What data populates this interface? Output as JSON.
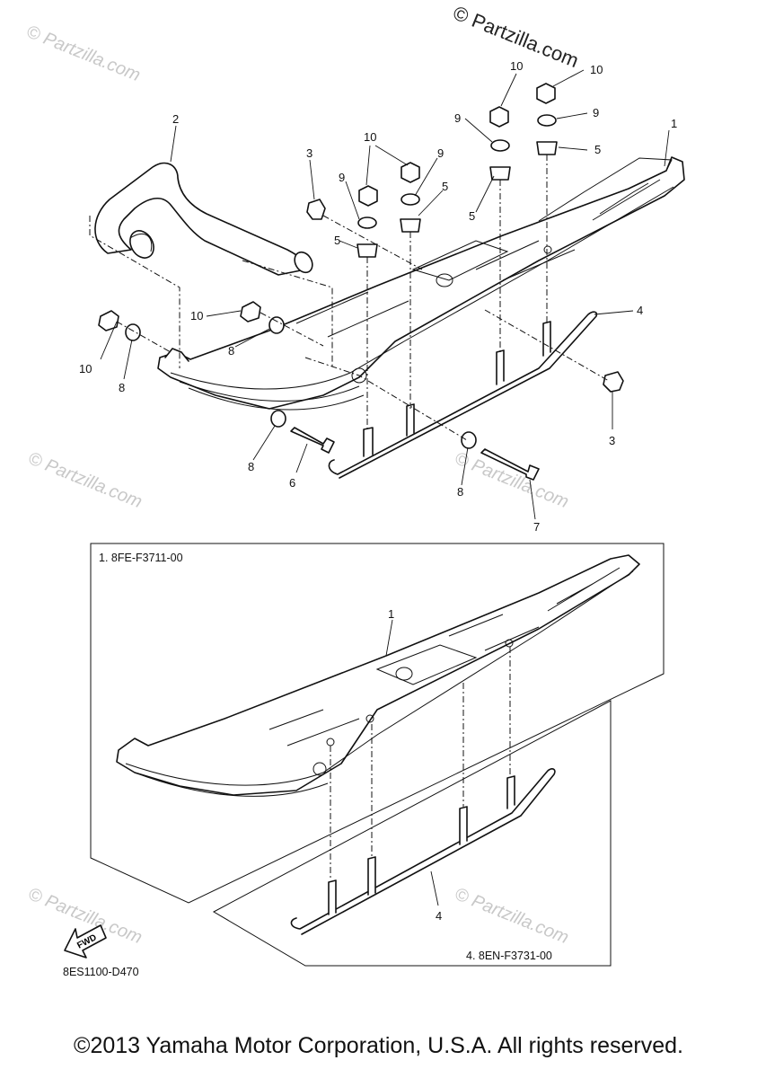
{
  "watermark_main": "© Partzilla.com",
  "watermark_faint": "© Partzilla.com",
  "callouts": {
    "c1": "1",
    "c2": "2",
    "c3": "3",
    "c4": "4",
    "c5": "5",
    "c6": "6",
    "c7": "7",
    "c8": "8",
    "c9": "9",
    "c10": "10"
  },
  "inset_ski_label": "1. 8FE-F3711-00",
  "inset_runner_label": "4. 8EN-F3731-00",
  "fwd_label": "FWD",
  "diagram_code": "8ES1100-D470",
  "copyright": "©2013 Yamaha Motor Corporation, U.S.A. All rights reserved."
}
